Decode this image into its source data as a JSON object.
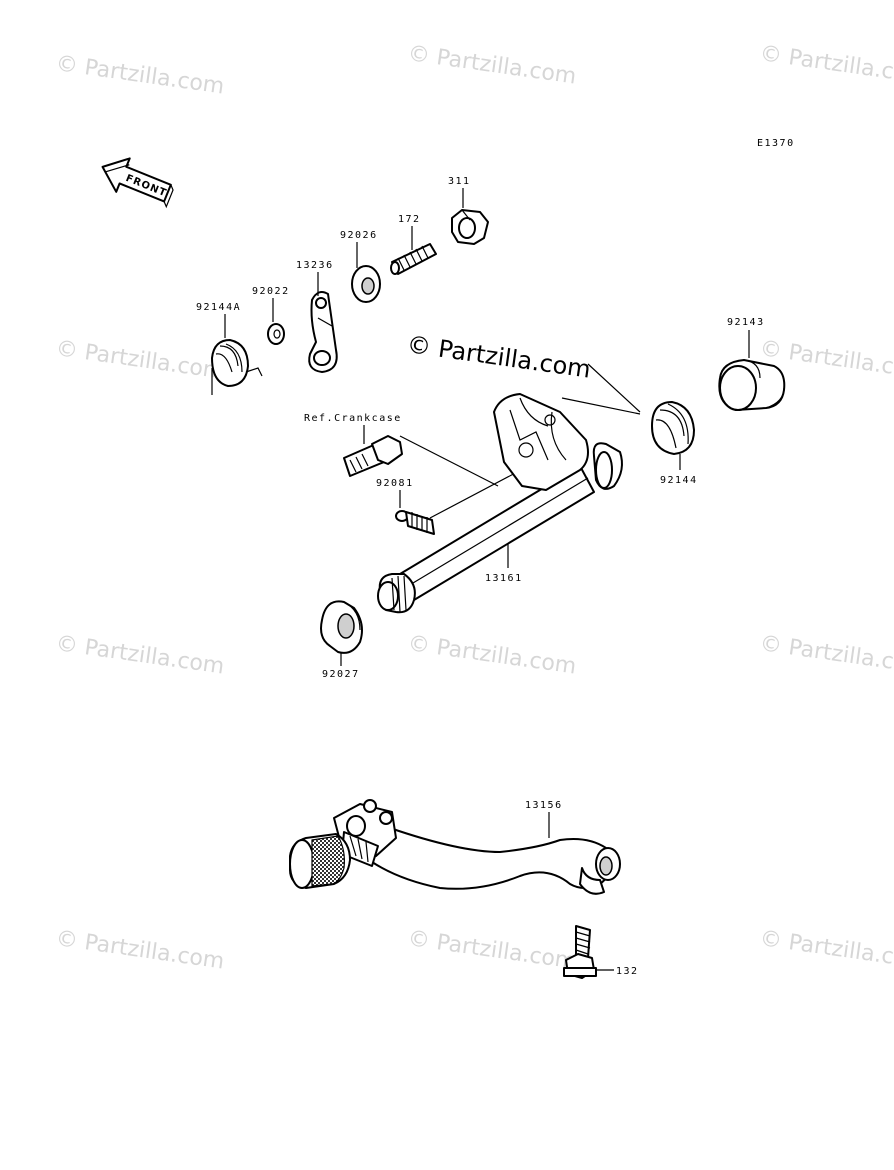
{
  "diagram_code": "E1370",
  "front_arrow_label": "FRONT",
  "center_watermark": "© Partzilla.com",
  "background_watermark": "© Partzilla.com",
  "parts": {
    "p311": "311",
    "p172": "172",
    "p92026": "92026",
    "p13236": "13236",
    "p92022": "92022",
    "p92144A": "92144A",
    "p92143": "92143",
    "ref_crankcase": "Ref.Crankcase",
    "p92081": "92081",
    "p92144": "92144",
    "p13161": "13161",
    "p92027": "92027",
    "p13156": "13156",
    "p132": "132"
  }
}
